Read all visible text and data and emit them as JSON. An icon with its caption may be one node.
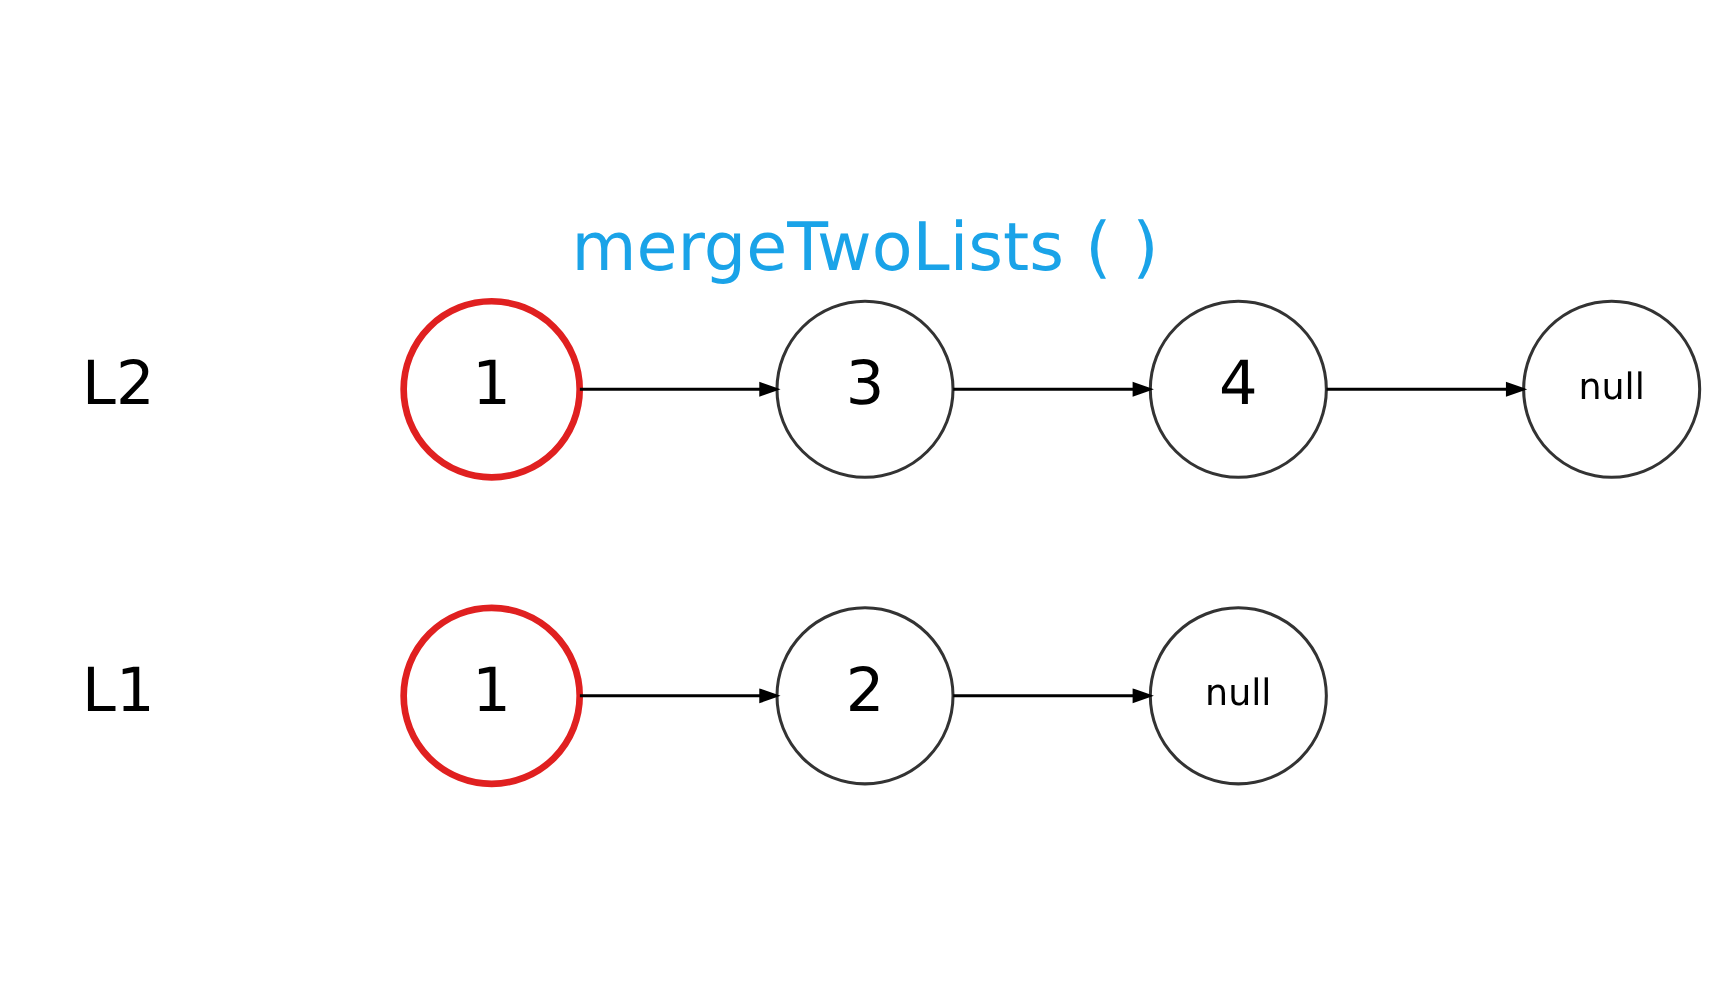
{
  "diagram": {
    "title": "mergeTwoLists ( )",
    "nodes": [
      {
        "text": [
          "1"
        ]
      },
      {
        "text": [
          "2"
        ]
      },
      {
        "text": [
          "null"
        ]
      },
      {
        "text": [
          "1"
        ]
      },
      {
        "text": [
          "3"
        ]
      },
      {
        "text": [
          "4"
        ]
      },
      {
        "text": [
          "null"
        ]
      }
    ],
    "edges": [
      {
        "from": 0,
        "to": 1,
        "arrow": "to"
      },
      {
        "from": 1,
        "to": 2,
        "arrow": "to"
      },
      {
        "from": 3,
        "to": 4,
        "arrow": "to"
      },
      {
        "from": 4,
        "to": 5,
        "arrow": "to"
      },
      {
        "from": 5,
        "to": 6,
        "arrow": "to"
      }
    ],
    "labels": [
      "L1",
      "L2"
    ]
  }
}
